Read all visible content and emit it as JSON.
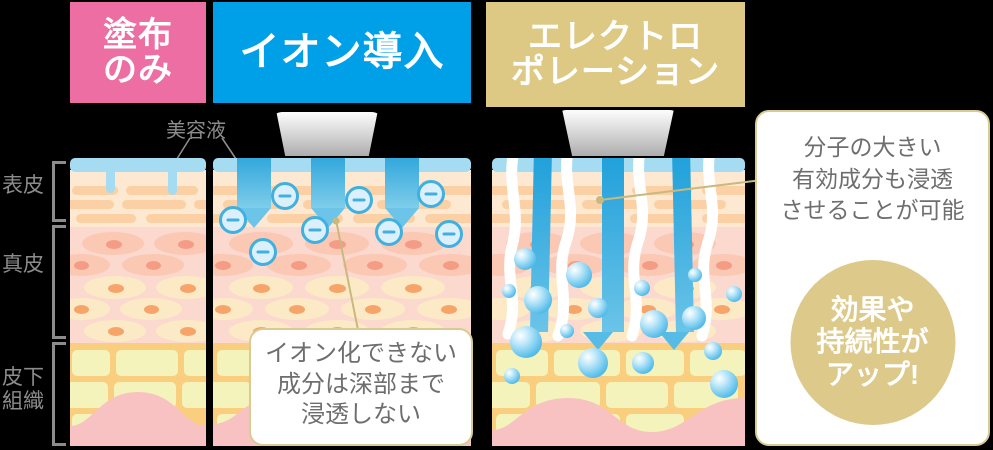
{
  "headers": {
    "apply_only": {
      "label": "塗布\nのみ",
      "color": "#ED6EA2"
    },
    "iontophoresis": {
      "label": "イオン導入",
      "color": "#00A0E9"
    },
    "electroporation": {
      "label": "エレクトロ\nポレーション",
      "color": "#DDC884"
    }
  },
  "annotations": {
    "serum_label": "美容液"
  },
  "skin_layers": [
    {
      "name": "表皮",
      "label": "表皮"
    },
    {
      "name": "真皮",
      "label": "真皮"
    },
    {
      "name": "皮下組織",
      "label": "皮下\n組織"
    }
  ],
  "callouts": {
    "left": {
      "text": "イオン化できない\n成分は深部まで\n浸透しない",
      "border_color": "#D9CB93"
    },
    "right": {
      "text": "分子の大きい\n有効成分も浸透\nさせることが可能",
      "badge": "効果や\n持続性が\nアップ!",
      "badge_color": "#DDC98A",
      "border_color": "#D9CB93"
    }
  },
  "palette": {
    "serum": "#A5DCF2",
    "epidermis": "#FDE8D2",
    "dermis": "#FBD9CE",
    "subcutaneous": "#F9CE7E",
    "muscle": "#F8C2C2",
    "ion_blue": "#3FB0E0",
    "beam_blue": "#2FA8DC",
    "label_gray": "#8C8C8C"
  },
  "icons": {
    "ion": "minus-ion-icon",
    "device": "applicator-device-icon",
    "bubble": "molecule-bubble-icon",
    "pore": "pore-channel-icon",
    "arrow": "down-arrow-icon"
  }
}
